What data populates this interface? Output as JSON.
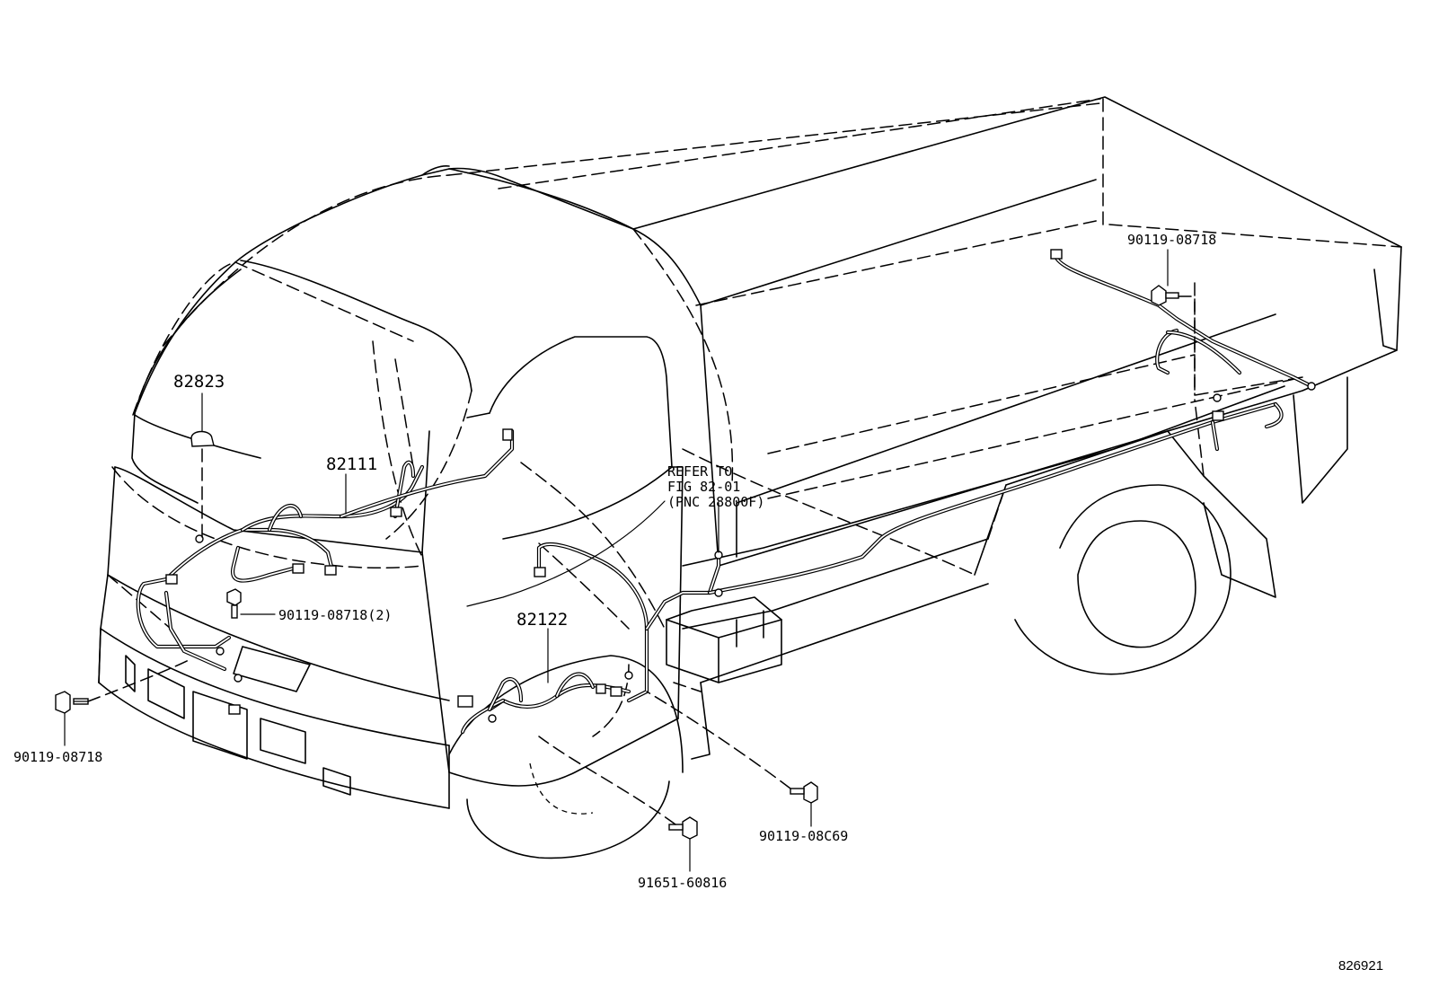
{
  "callouts": {
    "c82823": "82823",
    "c82111": "82111",
    "c82122": "82122",
    "c90119_08718_2": "90119-08718(2)",
    "c90119_08718_left": "90119-08718",
    "c90119_08718_right": "90119-08718",
    "c90119_08c69": "90119-08C69",
    "c91651_60816": "91651-60816"
  },
  "refer": {
    "line1": "REFER TO",
    "line2": "FIG 82-01",
    "line3": "(PNC 28800F)"
  },
  "figure_id": "826921",
  "icons": {
    "bolt": "flange-bolt-icon",
    "clip": "wire-clamp-icon",
    "connector": "connector-icon"
  }
}
